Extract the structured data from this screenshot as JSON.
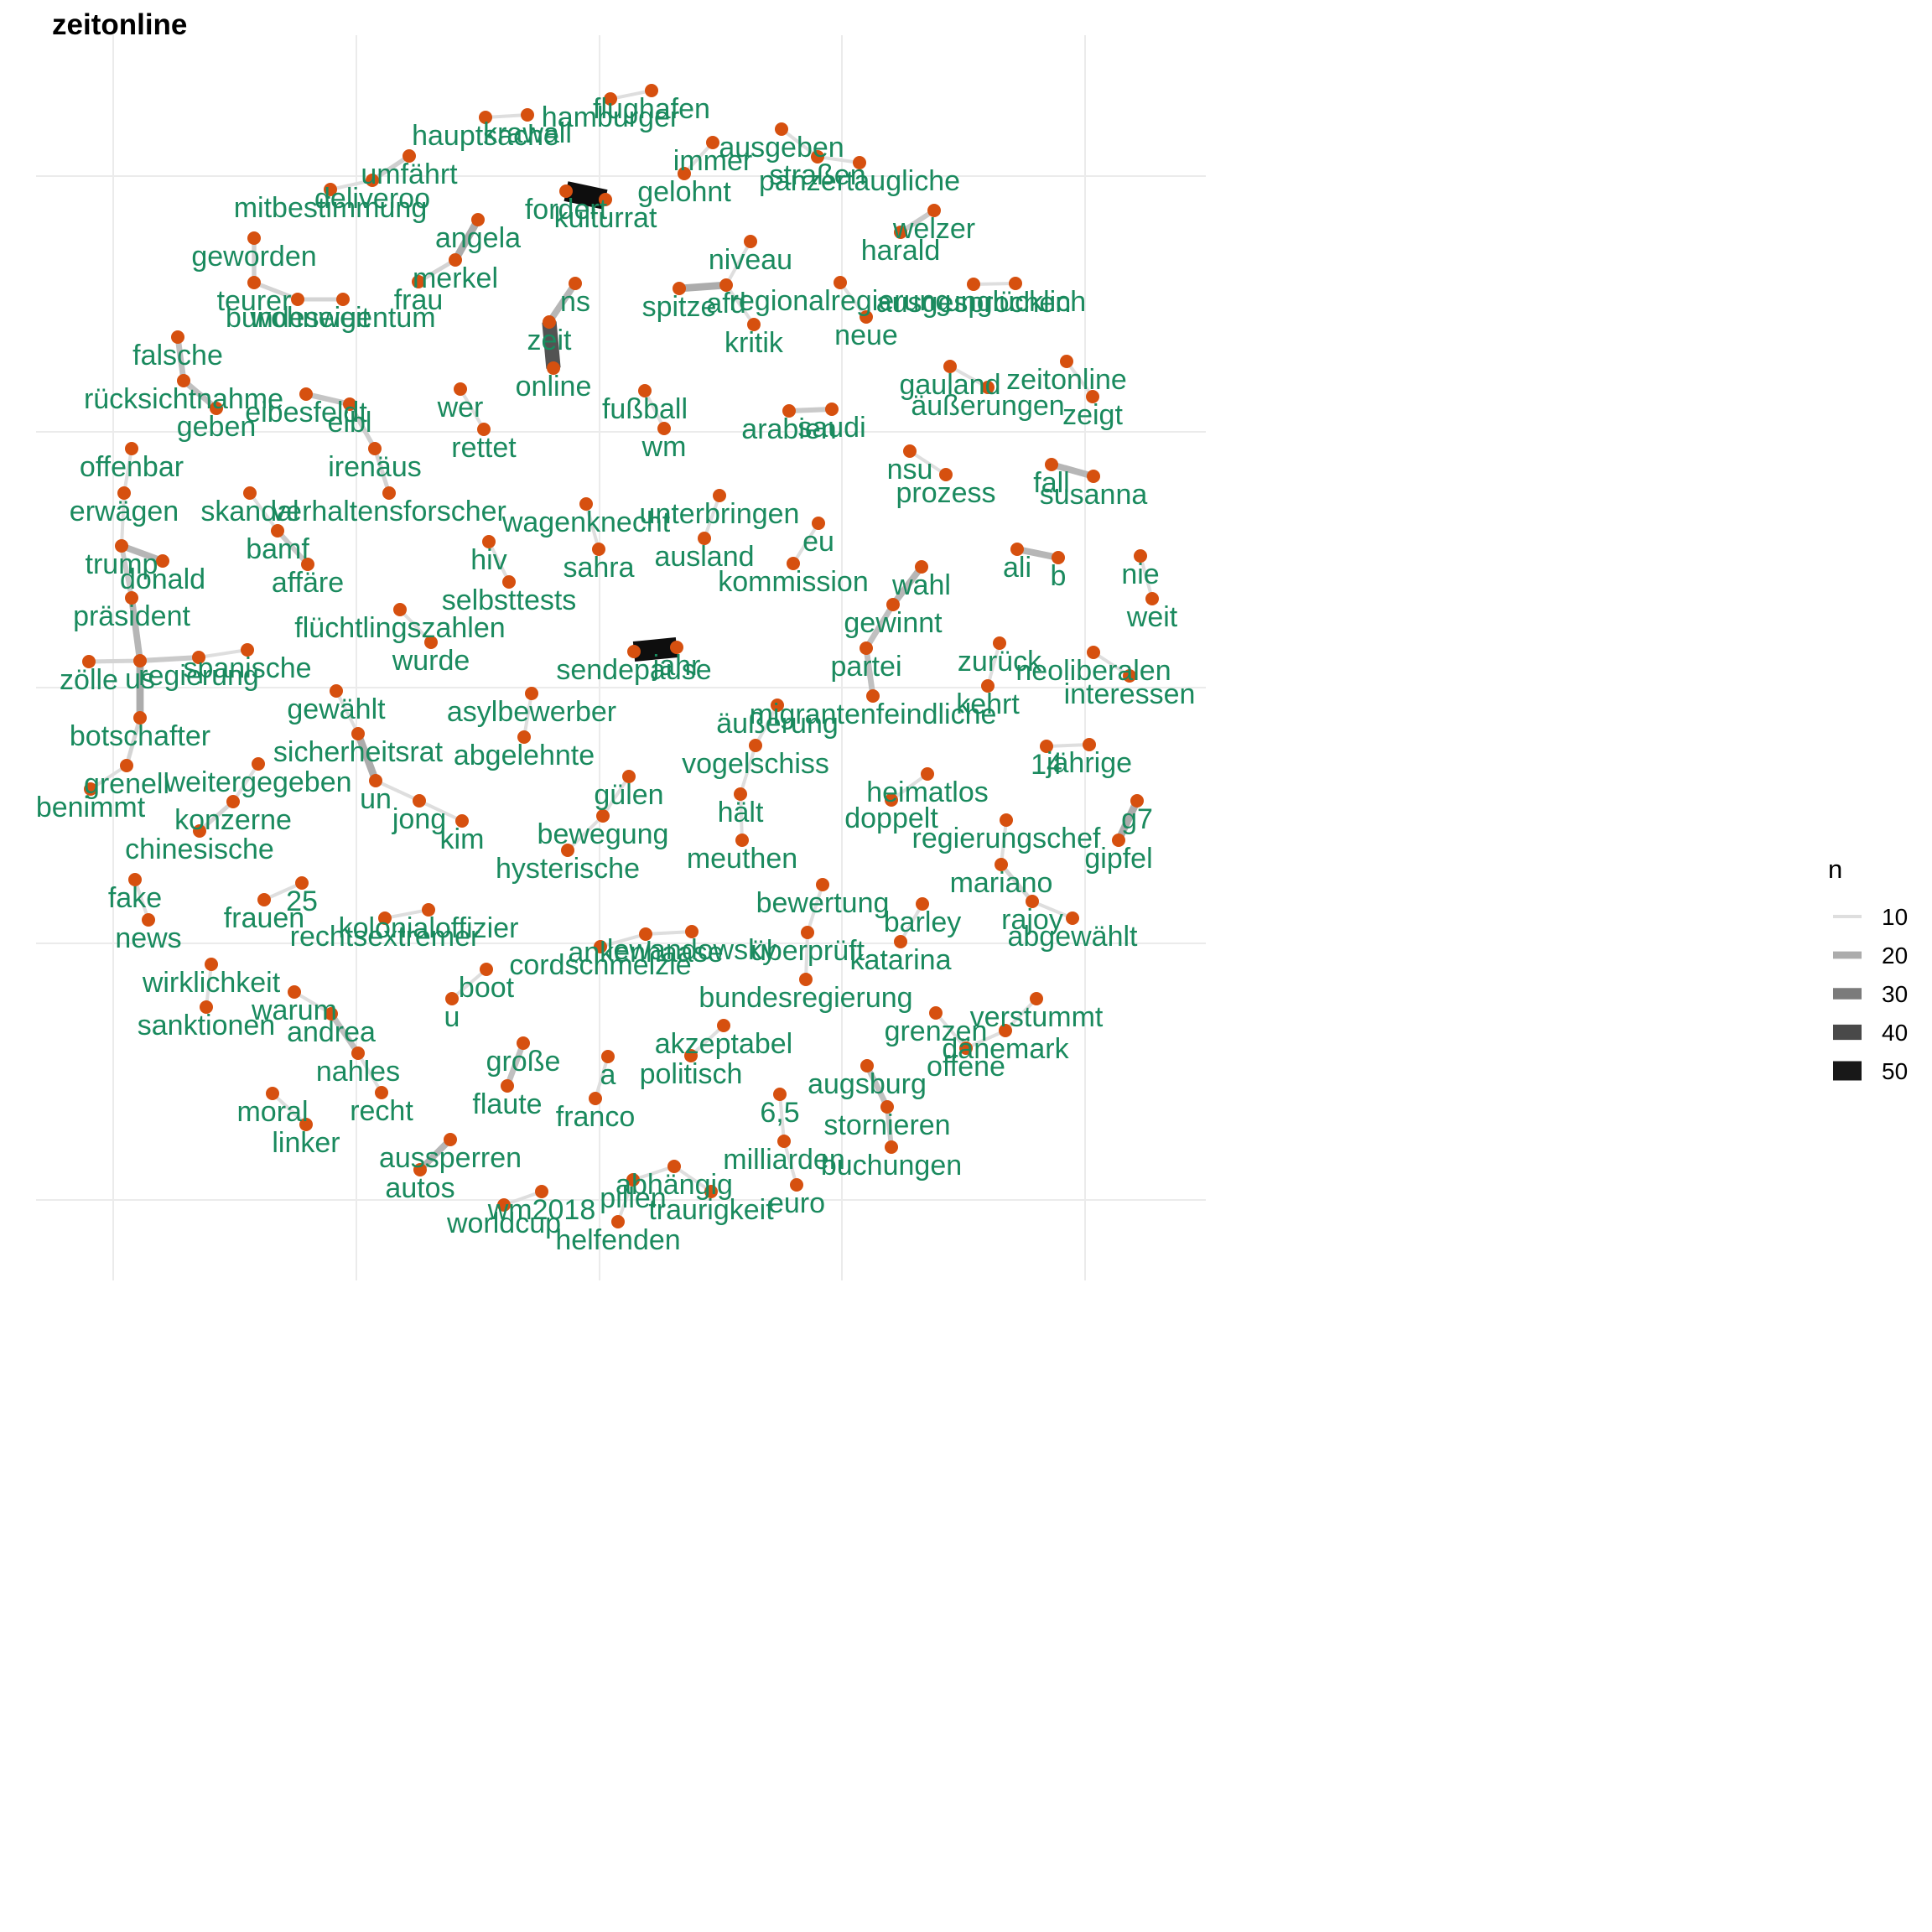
{
  "title": "zeitonline",
  "colors": {
    "node": "#d6500f",
    "label": "#1a8a5e",
    "grid": "#ebebeb"
  },
  "legend": {
    "title": "n",
    "levels": [
      {
        "label": "10",
        "value": 10
      },
      {
        "label": "20",
        "value": 20
      },
      {
        "label": "30",
        "value": 30
      },
      {
        "label": "40",
        "value": 40
      },
      {
        "label": "50",
        "value": 50
      }
    ]
  },
  "nodes": [
    "krawall",
    "hauptsache",
    "hamburger",
    "flughafen",
    "immer",
    "gelohnt",
    "ausgeben",
    "straßen",
    "panzertaugliche",
    "umfährt",
    "deliveroo",
    "mitbestimmung",
    "fordert",
    "kulturrat",
    "angela",
    "merkel",
    "frau",
    "welzer",
    "harald",
    "geworden",
    "teurer",
    "bundesweit",
    "wohneigentum",
    "niveau",
    "spitze",
    "afd",
    "kritik",
    "regionalregierung",
    "neue",
    "unglücklich",
    "ausgesprochen",
    "ns",
    "zeit",
    "online",
    "falsche",
    "rücksichtnahme",
    "geben",
    "eibesfeldt",
    "eibl",
    "irenäus",
    "verhaltensforscher",
    "wer",
    "rettet",
    "fußball",
    "wm",
    "arabien",
    "saudi",
    "gauland",
    "äußerungen",
    "zeitonline",
    "zeigt",
    "offenbar",
    "erwägen",
    "trump",
    "donald",
    "präsident",
    "zölle",
    "us",
    "regierung",
    "spanische",
    "botschafter",
    "grenell",
    "benimmt",
    "skandal",
    "bamf",
    "affäre",
    "hiv",
    "selbsttests",
    "wagenknecht",
    "sahra",
    "unterbringen",
    "ausland",
    "eu",
    "kommission",
    "nsu",
    "prozess",
    "fall",
    "susanna",
    "ali",
    "b",
    "nie",
    "weit",
    "wahl",
    "gewinnt",
    "partei",
    "migrantenfeindliche",
    "flüchtlingszahlen",
    "wurde",
    "sendepause",
    "jahr",
    "zurück",
    "kehrt",
    "neoliberalen",
    "interessen",
    "gewählt",
    "sicherheitsrat",
    "un",
    "jong",
    "kim",
    "asylbewerber",
    "abgelehnte",
    "äußerung",
    "vogelschiss",
    "hält",
    "meuthen",
    "weitergegeben",
    "konzerne",
    "chinesische",
    "gülen",
    "bewegung",
    "hysterische",
    "heimatlos",
    "doppelt",
    "14",
    "jährige",
    "g7",
    "gipfel",
    "regierungschef",
    "mariano",
    "rajoy",
    "abgewählt",
    "fake",
    "news",
    "frauen",
    "25",
    "kolonialoffizier",
    "rechtsextremer",
    "bewertung",
    "überprüft",
    "bundesregierung",
    "barley",
    "katarina",
    "cordschmelzle",
    "ankenhaase",
    "lewandowsky",
    "wirklichkeit",
    "sanktionen",
    "warum",
    "andrea",
    "nahles",
    "recht",
    "boot",
    "u",
    "akzeptabel",
    "politisch",
    "grenzen",
    "verstummt",
    "dänemark",
    "offene",
    "große",
    "flaute",
    "a",
    "franco",
    "augsburg",
    "stornieren",
    "buchungen",
    "moral",
    "linker",
    "6,5",
    "milliarden",
    "euro",
    "aussperren",
    "autos",
    "abhängig",
    "pillen",
    "traurigkeit",
    "helfenden",
    "wm2018",
    "worldcup"
  ],
  "edges": [
    {
      "from": "hauptsache",
      "to": "krawall",
      "n": 10
    },
    {
      "from": "hamburger",
      "to": "flughafen",
      "n": 10
    },
    {
      "from": "gelohnt",
      "to": "immer",
      "n": 10
    },
    {
      "from": "ausgeben",
      "to": "straßen",
      "n": 10
    },
    {
      "from": "straßen",
      "to": "panzertaugliche",
      "n": 10
    },
    {
      "from": "mitbestimmung",
      "to": "deliveroo",
      "n": 10
    },
    {
      "from": "deliveroo",
      "to": "umfährt",
      "n": 13
    },
    {
      "from": "kulturrat",
      "to": "fordert",
      "n": 52
    },
    {
      "from": "angela",
      "to": "merkel",
      "n": 20
    },
    {
      "from": "merkel",
      "to": "frau",
      "n": 12
    },
    {
      "from": "harald",
      "to": "welzer",
      "n": 14
    },
    {
      "from": "geworden",
      "to": "teurer",
      "n": 13
    },
    {
      "from": "teurer",
      "to": "bundesweit",
      "n": 12
    },
    {
      "from": "bundesweit",
      "to": "wohneigentum",
      "n": 12
    },
    {
      "from": "afd",
      "to": "niveau",
      "n": 10
    },
    {
      "from": "spitze",
      "to": "afd",
      "n": 20
    },
    {
      "from": "afd",
      "to": "kritik",
      "n": 10
    },
    {
      "from": "regionalregierung",
      "to": "neue",
      "n": 10
    },
    {
      "from": "ausgesprochen",
      "to": "unglücklich",
      "n": 10
    },
    {
      "from": "zeit",
      "to": "ns",
      "n": 18
    },
    {
      "from": "zeit",
      "to": "online",
      "n": 38
    },
    {
      "from": "falsche",
      "to": "rücksichtnahme",
      "n": 16
    },
    {
      "from": "rücksichtnahme",
      "to": "geben",
      "n": 16
    },
    {
      "from": "eibesfeldt",
      "to": "eibl",
      "n": 15
    },
    {
      "from": "eibl",
      "to": "irenäus",
      "n": 13
    },
    {
      "from": "irenäus",
      "to": "verhaltensforscher",
      "n": 12
    },
    {
      "from": "wer",
      "to": "rettet",
      "n": 10
    },
    {
      "from": "fußball",
      "to": "wm",
      "n": 10
    },
    {
      "from": "arabien",
      "to": "saudi",
      "n": 14
    },
    {
      "from": "gauland",
      "to": "äußerungen",
      "n": 10
    },
    {
      "from": "zeitonline",
      "to": "zeigt",
      "n": 10
    },
    {
      "from": "offenbar",
      "to": "erwägen",
      "n": 10
    },
    {
      "from": "erwägen",
      "to": "trump",
      "n": 10
    },
    {
      "from": "trump",
      "to": "donald",
      "n": 18
    },
    {
      "from": "trump",
      "to": "präsident",
      "n": 14
    },
    {
      "from": "präsident",
      "to": "us",
      "n": 18
    },
    {
      "from": "zölle",
      "to": "us",
      "n": 12
    },
    {
      "from": "us",
      "to": "regierung",
      "n": 14
    },
    {
      "from": "regierung",
      "to": "spanische",
      "n": 10
    },
    {
      "from": "us",
      "to": "botschafter",
      "n": 20
    },
    {
      "from": "botschafter",
      "to": "grenell",
      "n": 12
    },
    {
      "from": "grenell",
      "to": "benimmt",
      "n": 10
    },
    {
      "from": "skandal",
      "to": "bamf",
      "n": 10
    },
    {
      "from": "bamf",
      "to": "affäre",
      "n": 14
    },
    {
      "from": "hiv",
      "to": "selbsttests",
      "n": 10
    },
    {
      "from": "wagenknecht",
      "to": "sahra",
      "n": 10
    },
    {
      "from": "unterbringen",
      "to": "ausland",
      "n": 10
    },
    {
      "from": "eu",
      "to": "kommission",
      "n": 10
    },
    {
      "from": "nsu",
      "to": "prozess",
      "n": 10
    },
    {
      "from": "fall",
      "to": "susanna",
      "n": 18
    },
    {
      "from": "ali",
      "to": "b",
      "n": 18
    },
    {
      "from": "nie",
      "to": "weit",
      "n": 10
    },
    {
      "from": "wahl",
      "to": "gewinnt",
      "n": 18
    },
    {
      "from": "gewinnt",
      "to": "partei",
      "n": 16
    },
    {
      "from": "partei",
      "to": "migrantenfeindliche",
      "n": 16
    },
    {
      "from": "flüchtlingszahlen",
      "to": "wurde",
      "n": 10
    },
    {
      "from": "sendepause",
      "to": "jahr",
      "n": 52
    },
    {
      "from": "zurück",
      "to": "kehrt",
      "n": 10
    },
    {
      "from": "neoliberalen",
      "to": "interessen",
      "n": 10
    },
    {
      "from": "gewählt",
      "to": "sicherheitsrat",
      "n": 10
    },
    {
      "from": "sicherheitsrat",
      "to": "un",
      "n": 20
    },
    {
      "from": "un",
      "to": "jong",
      "n": 10
    },
    {
      "from": "jong",
      "to": "kim",
      "n": 10
    },
    {
      "from": "asylbewerber",
      "to": "abgelehnte",
      "n": 10
    },
    {
      "from": "äußerung",
      "to": "vogelschiss",
      "n": 10
    },
    {
      "from": "vogelschiss",
      "to": "hält",
      "n": 10
    },
    {
      "from": "hält",
      "to": "meuthen",
      "n": 10
    },
    {
      "from": "weitergegeben",
      "to": "konzerne",
      "n": 10
    },
    {
      "from": "konzerne",
      "to": "chinesische",
      "n": 12
    },
    {
      "from": "gülen",
      "to": "bewegung",
      "n": 10
    },
    {
      "from": "bewegung",
      "to": "hysterische",
      "n": 10
    },
    {
      "from": "heimatlos",
      "to": "doppelt",
      "n": 10
    },
    {
      "from": "14",
      "to": "jährige",
      "n": 10
    },
    {
      "from": "g7",
      "to": "gipfel",
      "n": 20
    },
    {
      "from": "regierungschef",
      "to": "mariano",
      "n": 10
    },
    {
      "from": "mariano",
      "to": "rajoy",
      "n": 12
    },
    {
      "from": "rajoy",
      "to": "abgewählt",
      "n": 10
    },
    {
      "from": "fake",
      "to": "news",
      "n": 10
    },
    {
      "from": "frauen",
      "to": "25",
      "n": 10
    },
    {
      "from": "rechtsextremer",
      "to": "kolonialoffizier",
      "n": 10
    },
    {
      "from": "bewertung",
      "to": "überprüft",
      "n": 10
    },
    {
      "from": "überprüft",
      "to": "bundesregierung",
      "n": 10
    },
    {
      "from": "barley",
      "to": "katarina",
      "n": 10
    },
    {
      "from": "cordschmelzle",
      "to": "ankenhaase",
      "n": 10
    },
    {
      "from": "ankenhaase",
      "to": "lewandowsky",
      "n": 10
    },
    {
      "from": "wirklichkeit",
      "to": "sanktionen",
      "n": 10
    },
    {
      "from": "warum",
      "to": "andrea",
      "n": 10
    },
    {
      "from": "andrea",
      "to": "nahles",
      "n": 16
    },
    {
      "from": "nahles",
      "to": "recht",
      "n": 10
    },
    {
      "from": "boot",
      "to": "u",
      "n": 10
    },
    {
      "from": "akzeptabel",
      "to": "politisch",
      "n": 10
    },
    {
      "from": "grenzen",
      "to": "offene",
      "n": 10
    },
    {
      "from": "offene",
      "to": "dänemark",
      "n": 10
    },
    {
      "from": "dänemark",
      "to": "verstummt",
      "n": 10
    },
    {
      "from": "große",
      "to": "flaute",
      "n": 16
    },
    {
      "from": "a",
      "to": "franco",
      "n": 10
    },
    {
      "from": "augsburg",
      "to": "stornieren",
      "n": 16
    },
    {
      "from": "stornieren",
      "to": "buchungen",
      "n": 14
    },
    {
      "from": "moral",
      "to": "linker",
      "n": 10
    },
    {
      "from": "6,5",
      "to": "milliarden",
      "n": 10
    },
    {
      "from": "milliarden",
      "to": "euro",
      "n": 10
    },
    {
      "from": "aussperren",
      "to": "autos",
      "n": 18
    },
    {
      "from": "pillen",
      "to": "abhängig",
      "n": 10
    },
    {
      "from": "abhängig",
      "to": "traurigkeit",
      "n": 10
    },
    {
      "from": "pillen",
      "to": "helfenden",
      "n": 10
    },
    {
      "from": "worldcup",
      "to": "wm2018",
      "n": 10
    }
  ]
}
